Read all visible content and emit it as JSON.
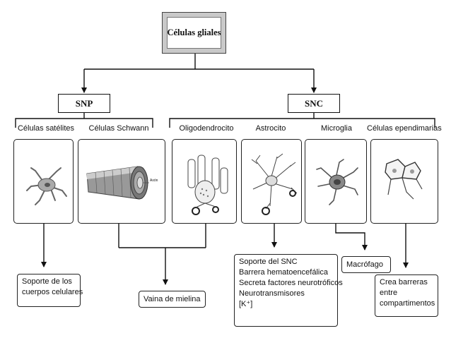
{
  "title": "Células gliales",
  "groups": {
    "snp": "SNP",
    "snc": "SNC"
  },
  "cells": {
    "satelites": "Células satélites",
    "schwann": "Células Schwann",
    "oligodendrocito": "Oligodendrocito",
    "astrocito": "Astrocito",
    "microglia": "Microglia",
    "ependimarias": "Células ependimarias",
    "axon_label": "Axón"
  },
  "outputs": {
    "soporte_cuerpos": [
      "Soporte de los",
      "cuerpos celulares"
    ],
    "vaina": "Vaina de mielina",
    "astrocito_funciones": [
      "Soporte del SNC",
      "Barrera hematoencefálica",
      "Secreta factores neurotróficos",
      "Neurotransmisores",
      "[K⁺]"
    ],
    "macrofago": "Macrófago",
    "barreras": [
      "Crea barreras",
      "entre",
      "compartimentos"
    ]
  }
}
